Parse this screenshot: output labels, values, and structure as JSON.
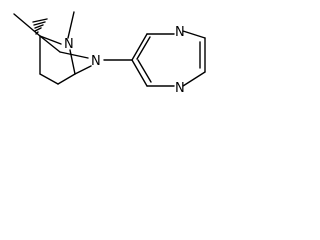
{
  "molecule": {
    "atoms": {
      "n_bridge": "N",
      "n_amine": "N",
      "n_pyrazine_top": "N",
      "n_pyrazine_bottom": "N"
    }
  },
  "colors": {
    "bond": "#000000",
    "background": "#ffffff"
  }
}
